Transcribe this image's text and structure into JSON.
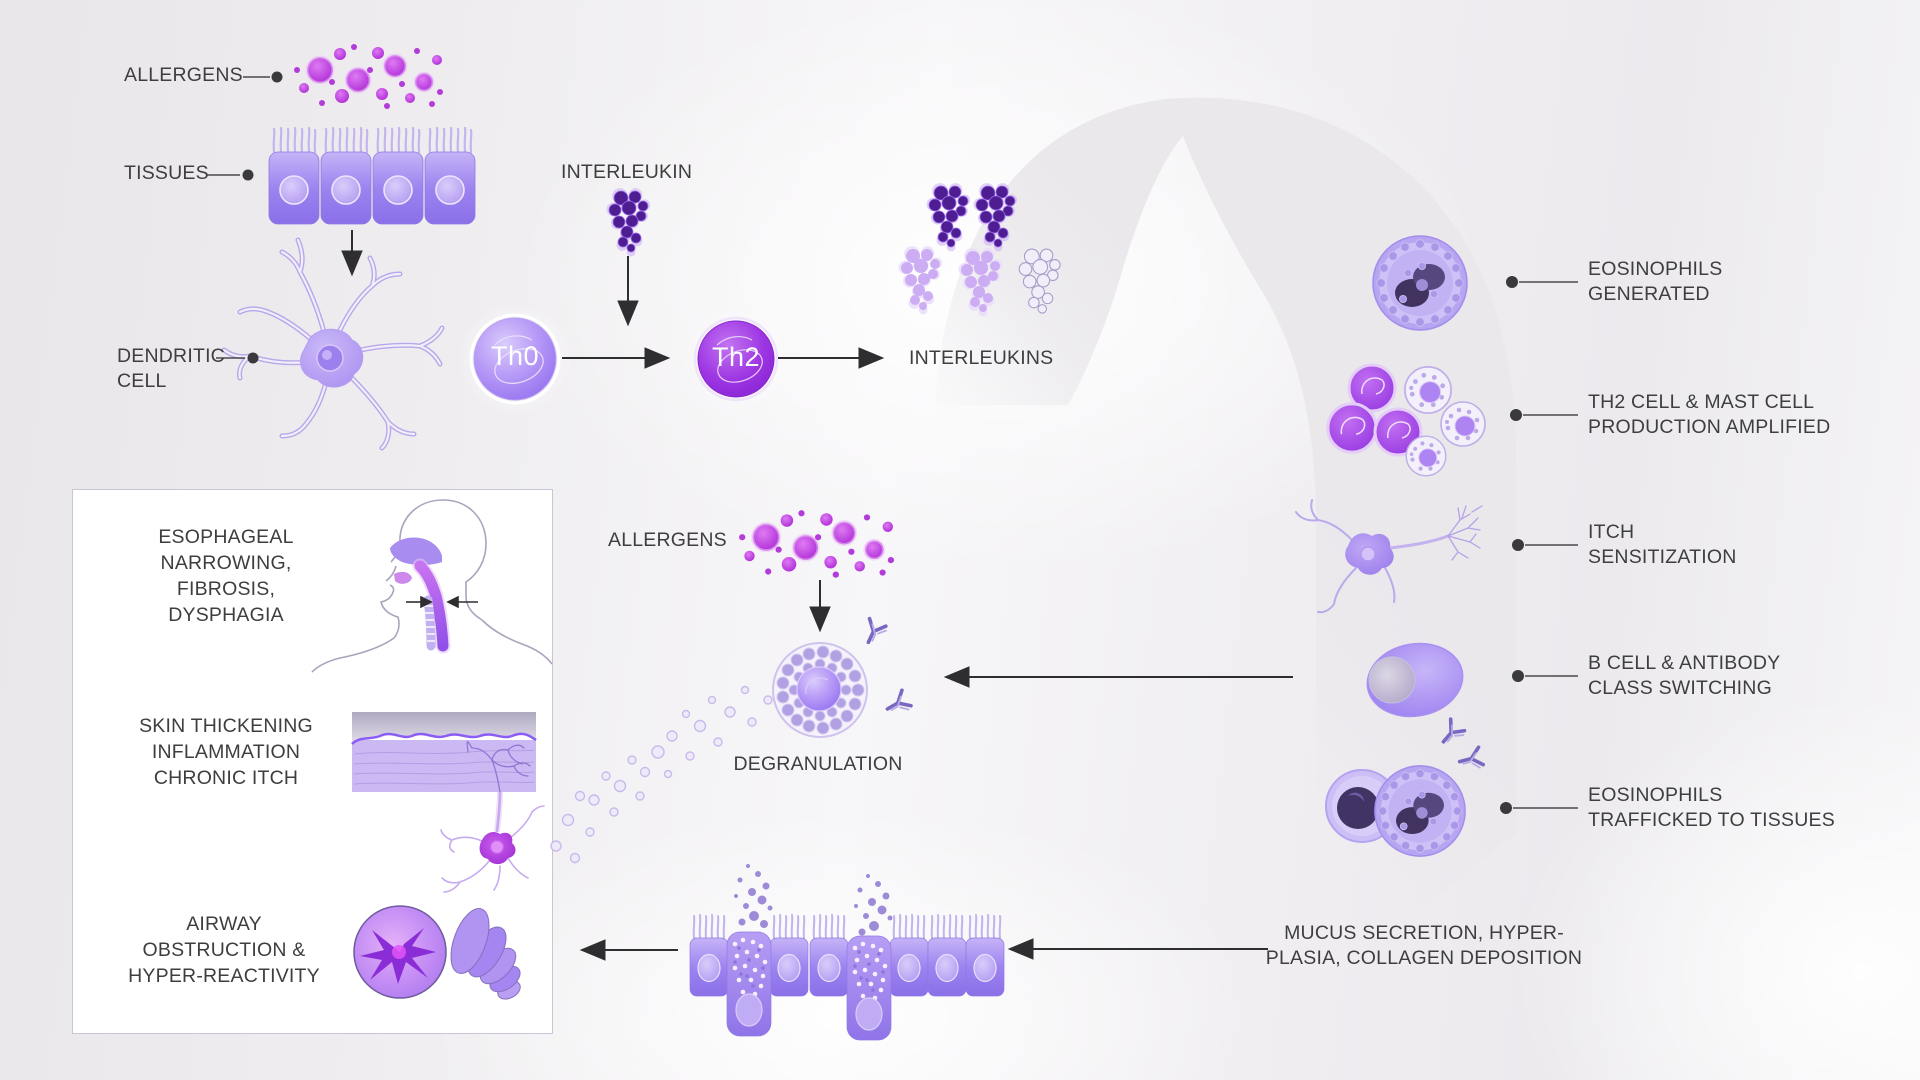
{
  "stages": {
    "allergens": "ALLERGENS",
    "tissues": "TISSUES",
    "dendritic_cell": "DENDRITIC\nCELL",
    "interleukin": "INTERLEUKIN",
    "th0": "Th0",
    "th2": "Th2",
    "interleukins": "INTERLEUKINS"
  },
  "cascade": [
    {
      "label": "EOSINOPHILS\nGENERATED",
      "icon": "eosinophil"
    },
    {
      "label": "TH2 CELL & MAST CELL\nPRODUCTION AMPLIFIED",
      "icon": "th2-and-mast-cell-group"
    },
    {
      "label": "ITCH\nSENSITIZATION",
      "icon": "sensory-neuron"
    },
    {
      "label": "B CELL & ANTIBODY\nCLASS SWITCHING",
      "icon": "b-cell-with-antibodies"
    },
    {
      "label": "EOSINOPHILS\nTRAFFICKED TO TISSUES",
      "icon": "eosinophil-pair"
    }
  ],
  "tissue_effects": "MUCUS SECRETION, HYPER-\nPLASIA, COLLAGEN DEPOSITION",
  "mast_activation": {
    "allergens": "ALLERGENS",
    "degranulation": "DEGRANULATION"
  },
  "outcomes": [
    {
      "label": "ESOPHAGEAL\nNARROWING,\nFIBROSIS,\nDYSPHAGIA",
      "icon": "esophagus-narrowing"
    },
    {
      "label": "SKIN THICKENING\nINFLAMMATION\nCHRONIC ITCH",
      "icon": "skin-cross-section"
    },
    {
      "label": "AIRWAY\nOBSTRUCTION &\nHYPER-REACTIVITY",
      "icon": "constricted-bronchiole"
    }
  ],
  "colors": {
    "purple_main": "#8B5CF6",
    "purple_dark": "#7C3AED",
    "allergen_magenta": "#B02CD6",
    "molecule_dark": "#4E1D92",
    "band_gray": "#EAE8EB",
    "text": "#3E3E40",
    "line": "#2E2E30",
    "box_border": "#C9C4D8",
    "cell_lavender": "#A78BFA"
  }
}
